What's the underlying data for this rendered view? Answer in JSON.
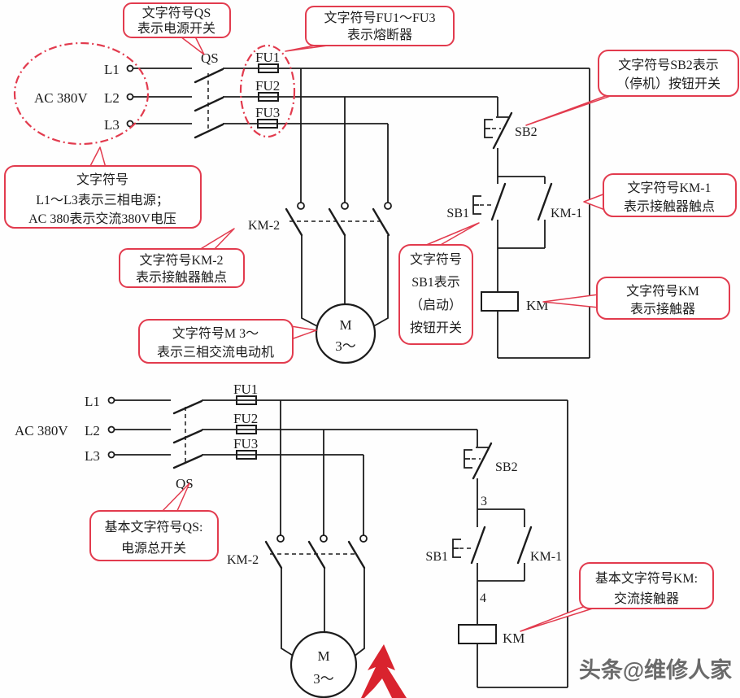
{
  "colors": {
    "callout_red": "#e23b4e",
    "wire_black": "#1c1c1c",
    "watermark_gray": "#4a4a4a",
    "arrow_red": "#d9232e"
  },
  "top": {
    "source": "AC 380V",
    "l1": "L1",
    "l2": "L2",
    "l3": "L3",
    "qs": "QS",
    "fu1": "FU1",
    "fu2": "FU2",
    "fu3": "FU3",
    "km2": "KM-2",
    "sb2": "SB2",
    "sb1": "SB1",
    "km1": "KM-1",
    "km": "KM",
    "motor_m": "M",
    "motor_ph": "3～"
  },
  "bottom": {
    "source": "AC 380V",
    "l1": "L1",
    "l2": "L2",
    "l3": "L3",
    "qs": "QS",
    "fu1": "FU1",
    "fu2": "FU2",
    "fu3": "FU3",
    "km2": "KM-2",
    "sb2": "SB2",
    "sb1": "SB1",
    "km1": "KM-1",
    "km": "KM",
    "node3": "3",
    "node4": "4",
    "motor_m": "M",
    "motor_ph": "3～"
  },
  "callouts": {
    "qs_top": {
      "lines": [
        "文字符号QS",
        "表示电源开关"
      ]
    },
    "fu_top": {
      "lines": [
        "文字符号FU1～FU3",
        "表示熔断器"
      ]
    },
    "sb2_top": {
      "lines": [
        "文字符号SB2表示",
        "（停机）按钮开关"
      ]
    },
    "source_top": {
      "lines": [
        "文字符号",
        "L1～L3表示三相电源；",
        "AC 380表示交流380V电压"
      ]
    },
    "km1_top": {
      "lines": [
        "文字符号KM-1",
        "表示接触器触点"
      ]
    },
    "km2_top": {
      "lines": [
        "文字符号KM-2",
        "表示接触器触点"
      ]
    },
    "sb1_top": {
      "lines": [
        "文字符号",
        "SB1表示",
        "（启动）",
        "按钮开关"
      ]
    },
    "km_top": {
      "lines": [
        "文字符号KM",
        "表示接触器"
      ]
    },
    "m_top": {
      "lines": [
        "文字符号M 3～",
        "表示三相交流电动机"
      ]
    },
    "qs_bottom": {
      "lines": [
        "基本文字符号QS:",
        "电源总开关"
      ]
    },
    "km_bottom": {
      "lines": [
        "基本文字符号KM:",
        "交流接触器"
      ]
    }
  },
  "watermark": "头条@维修人家"
}
